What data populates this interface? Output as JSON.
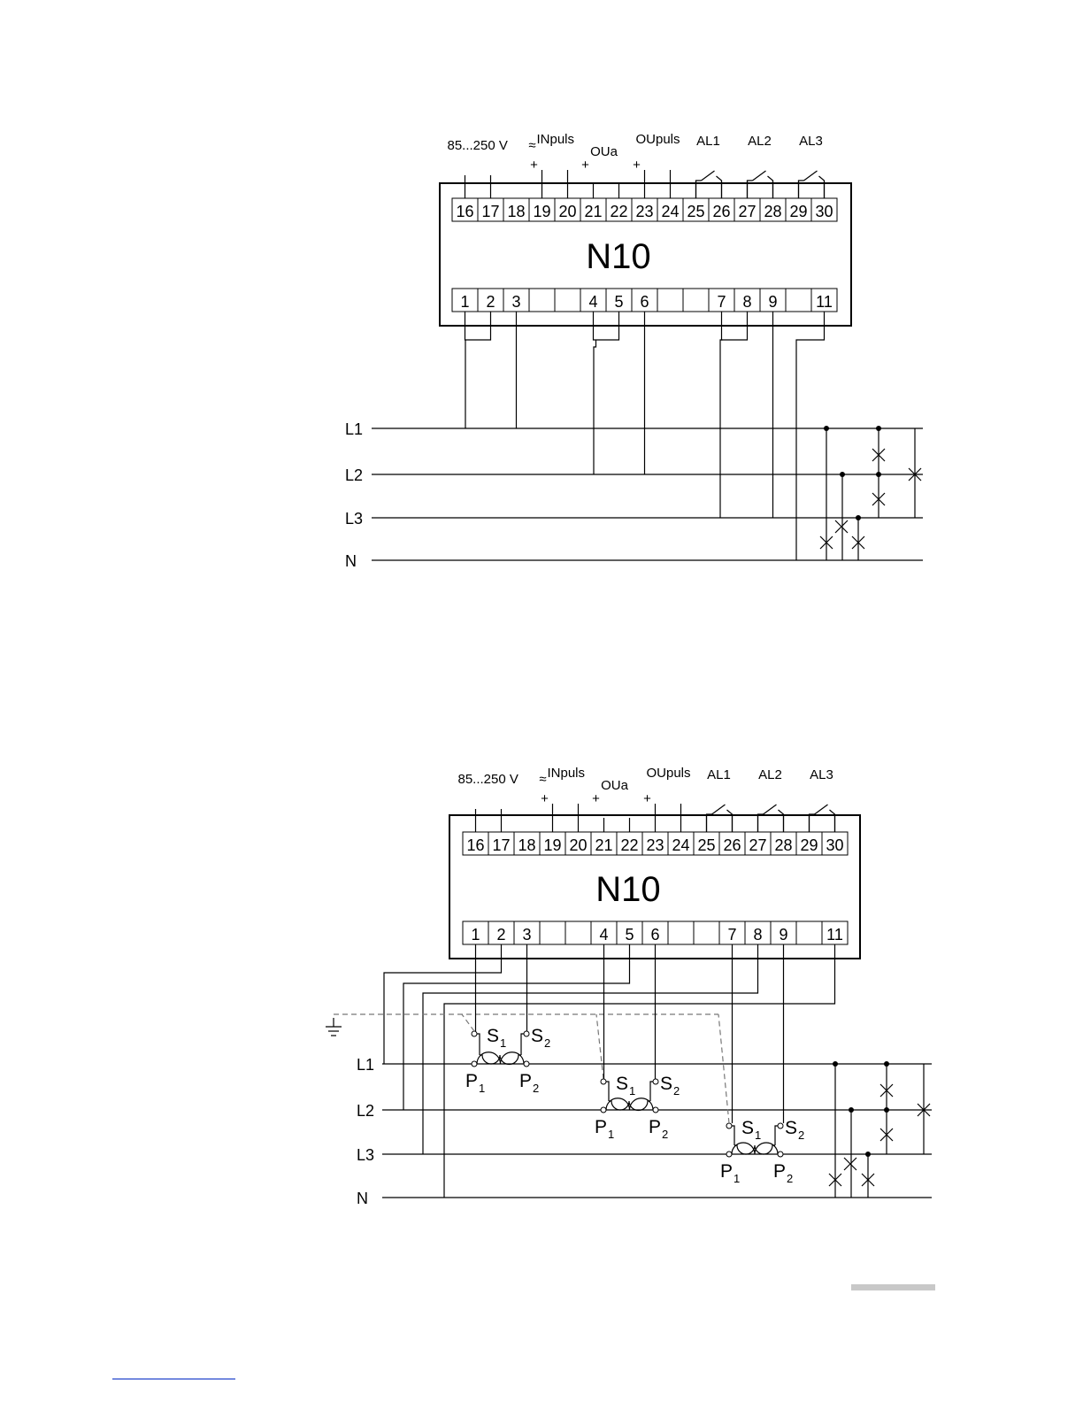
{
  "device": {
    "name": "N10"
  },
  "terminals": {
    "top": [
      "16",
      "17",
      "18",
      "19",
      "20",
      "21",
      "22",
      "23",
      "24",
      "25",
      "26",
      "27",
      "28",
      "29",
      "30"
    ],
    "bottom": [
      "1",
      "2",
      "3",
      "",
      "",
      "4",
      "5",
      "6",
      "",
      "",
      "7",
      "8",
      "9",
      "",
      "11"
    ]
  },
  "signals": {
    "supply": "85...250 V",
    "ac_symbol": "≈",
    "input_pulse": "INpuls",
    "analog_output": "OUa",
    "output_pulse": "OUpuls",
    "alarm1": "AL1",
    "alarm2": "AL2",
    "alarm3": "AL3",
    "plus": "+"
  },
  "lines": [
    "L1",
    "L2",
    "L3",
    "N"
  ],
  "ct_labels": {
    "s1": "S",
    "s2": "S",
    "p1": "P",
    "p2": "P",
    "sub1": "1",
    "sub2": "2"
  },
  "colors": {
    "ink": "#000000",
    "ground_dash": "#777777",
    "page_bar": "#c8c8c8",
    "footer_line": "#2244cc"
  }
}
